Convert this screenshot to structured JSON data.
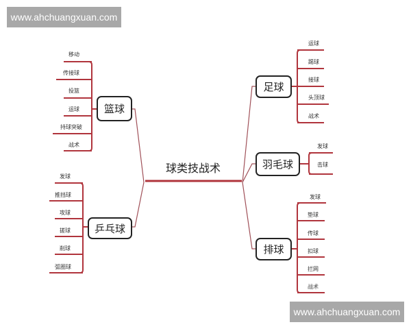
{
  "watermarks": {
    "top": "www.ahchuangxuan.com",
    "bottom": "www.ahchuangxuan.com"
  },
  "root": {
    "label": "球类技战术"
  },
  "branches": {
    "basketball": {
      "label": "篮球",
      "items": [
        "移动",
        "传接球",
        "投篮",
        "运球",
        "持球突破",
        "战术"
      ]
    },
    "pingpong": {
      "label": "乒乓球",
      "items": [
        "发球",
        "推挡球",
        "攻球",
        "搓球",
        "削球",
        "弧圈球"
      ]
    },
    "football": {
      "label": "足球",
      "items": [
        "运球",
        "踢球",
        "接球",
        "头顶球",
        "战术"
      ]
    },
    "badminton": {
      "label": "羽毛球",
      "items": [
        "发球",
        "击球"
      ]
    },
    "volleyball": {
      "label": "排球",
      "items": [
        "发球",
        "垫球",
        "传球",
        "扣球",
        "拦网",
        "战术"
      ]
    }
  },
  "colors": {
    "branch_line": "#b0343c",
    "connector": "#a05058",
    "node_border": "#222222",
    "watermark_bg": "#a8a8a8"
  }
}
